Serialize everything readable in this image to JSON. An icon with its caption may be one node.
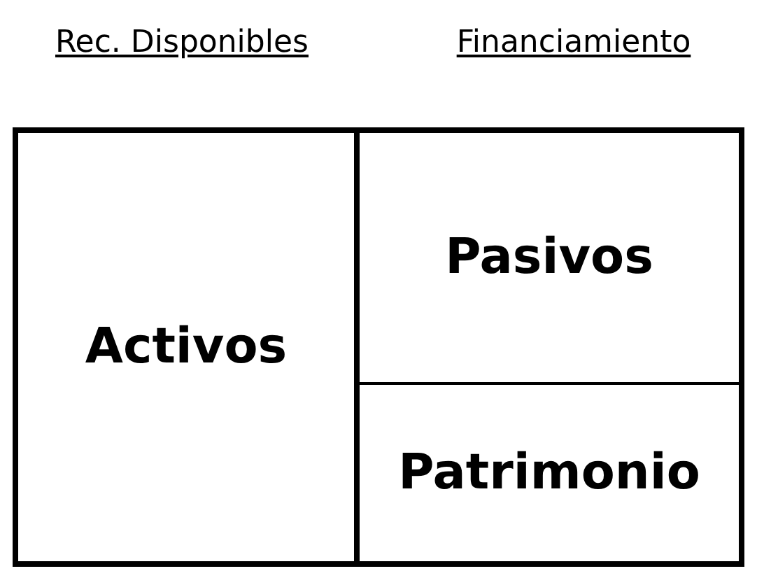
{
  "diagram": {
    "nodes": [
      {
        "text": [
          "Activos"
        ]
      },
      {
        "text": [
          "Pasivos"
        ]
      },
      {
        "text": [
          "Patrimonio"
        ]
      }
    ],
    "labels": [
      "Rec. Disponibles",
      "Financiamiento"
    ]
  }
}
